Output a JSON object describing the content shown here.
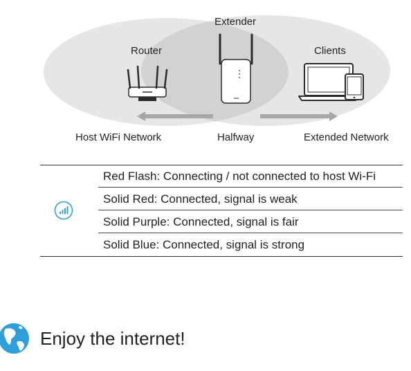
{
  "diagram": {
    "router_label": "Router",
    "extender_label": "Extender",
    "clients_label": "Clients",
    "host_network_label": "Host WiFi Network",
    "halfway_label": "Halfway",
    "extended_network_label": "Extended Network",
    "icons": [
      "router-icon",
      "extender-icon",
      "laptop-icon",
      "phone-icon",
      "arrow-left-icon",
      "arrow-right-icon"
    ],
    "colors": {
      "ellipse_fill": "#e6e6e6",
      "overlap_fill": "#d4d4d4",
      "arrow": "#a7a7a7",
      "accent": "#2e9fd8"
    }
  },
  "led_table": {
    "icon": "signal-icon",
    "rows": [
      {
        "text": "Red Flash: Connecting / not connected to host Wi-Fi"
      },
      {
        "text": "Solid Red: Connected, signal is weak"
      },
      {
        "text": "Solid Purple: Connected, signal is fair"
      },
      {
        "text": "Solid Blue: Connected, signal is strong"
      }
    ]
  },
  "footer": {
    "icon": "globe-icon",
    "text": "Enjoy the internet!"
  }
}
